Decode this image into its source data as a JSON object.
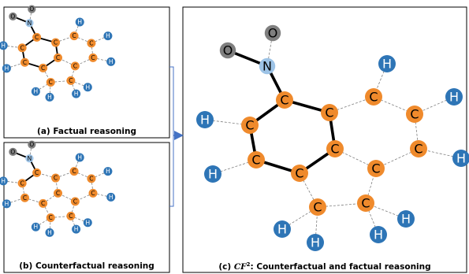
{
  "panels": [
    {
      "id": "a",
      "caption": "(a) Factual reasoning"
    },
    {
      "id": "b",
      "caption": "(b) Counterfactual reasoning"
    },
    {
      "id": "c",
      "caption_prefix": "(c) ",
      "caption_cf": "CF",
      "caption_sup": "2",
      "caption_rest": ": Counterfactual and factual reasoning"
    }
  ],
  "colors": {
    "carbon": "#ef8a2c",
    "hydrogen": "#2e75b6",
    "oxygen": "#7f7f7f",
    "nitrogen": "#9dc3e6",
    "bond": "#000000",
    "weak_bond": "#7f7f7f",
    "arrow": "#4472c4",
    "border": "#000000"
  },
  "molecule": {
    "atoms": [
      {
        "id": "O1",
        "el": "O"
      },
      {
        "id": "O2",
        "el": "O"
      },
      {
        "id": "N",
        "el": "N"
      },
      {
        "id": "C1",
        "el": "C"
      },
      {
        "id": "C2",
        "el": "C"
      },
      {
        "id": "C3",
        "el": "C"
      },
      {
        "id": "C4",
        "el": "C"
      },
      {
        "id": "C5",
        "el": "C"
      },
      {
        "id": "C6",
        "el": "C"
      },
      {
        "id": "C7",
        "el": "C"
      },
      {
        "id": "C8",
        "el": "C"
      },
      {
        "id": "C9",
        "el": "C"
      },
      {
        "id": "C10",
        "el": "C"
      },
      {
        "id": "C11",
        "el": "C"
      },
      {
        "id": "C12",
        "el": "C"
      },
      {
        "id": "H1",
        "el": "H"
      },
      {
        "id": "H2",
        "el": "H"
      },
      {
        "id": "H3",
        "el": "H"
      },
      {
        "id": "H4",
        "el": "H"
      },
      {
        "id": "H5",
        "el": "H"
      },
      {
        "id": "H6",
        "el": "H"
      },
      {
        "id": "H7",
        "el": "H"
      },
      {
        "id": "H8",
        "el": "H"
      },
      {
        "id": "H9",
        "el": "H"
      }
    ]
  }
}
